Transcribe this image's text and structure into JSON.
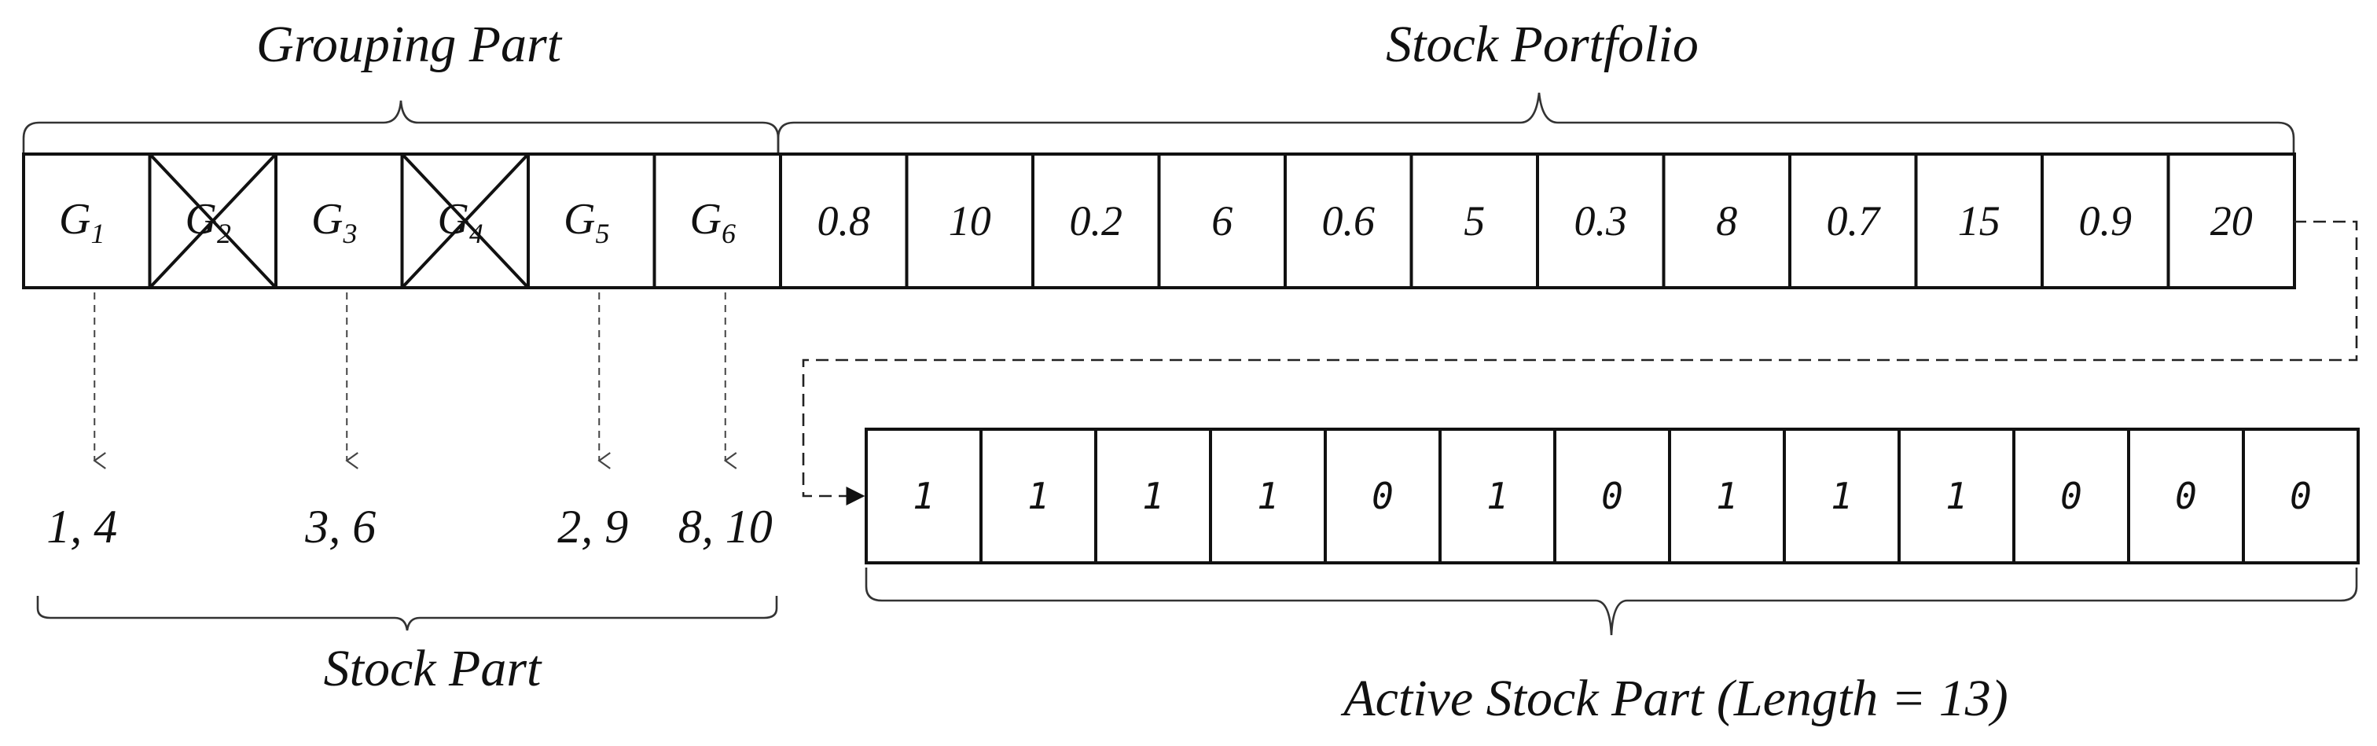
{
  "labels": {
    "grouping_part": "Grouping Part",
    "stock_portfolio": "Stock Portfolio",
    "stock_part": "Stock Part",
    "active_stock_part": "Active Stock Part (Length = 13)"
  },
  "groups": [
    {
      "letter": "G",
      "sub": "1",
      "crossed": false
    },
    {
      "letter": "G",
      "sub": "2",
      "crossed": true
    },
    {
      "letter": "G",
      "sub": "3",
      "crossed": false
    },
    {
      "letter": "G",
      "sub": "4",
      "crossed": true
    },
    {
      "letter": "G",
      "sub": "5",
      "crossed": false
    },
    {
      "letter": "G",
      "sub": "6",
      "crossed": false
    }
  ],
  "portfolio_values": [
    "0.8",
    "10",
    "0.2",
    "6",
    "0.6",
    "5",
    "0.3",
    "8",
    "0.7",
    "15",
    "0.9",
    "20"
  ],
  "stock_part_values": [
    {
      "group": "1",
      "text": "1, 4"
    },
    {
      "group": "3",
      "text": "3, 6"
    },
    {
      "group": "5",
      "text": "2, 9"
    },
    {
      "group": "6",
      "text": "8, 10"
    }
  ],
  "active_bits": [
    "1",
    "1",
    "1",
    "1",
    "0",
    "1",
    "0",
    "1",
    "1",
    "1",
    "0",
    "0",
    "0"
  ]
}
